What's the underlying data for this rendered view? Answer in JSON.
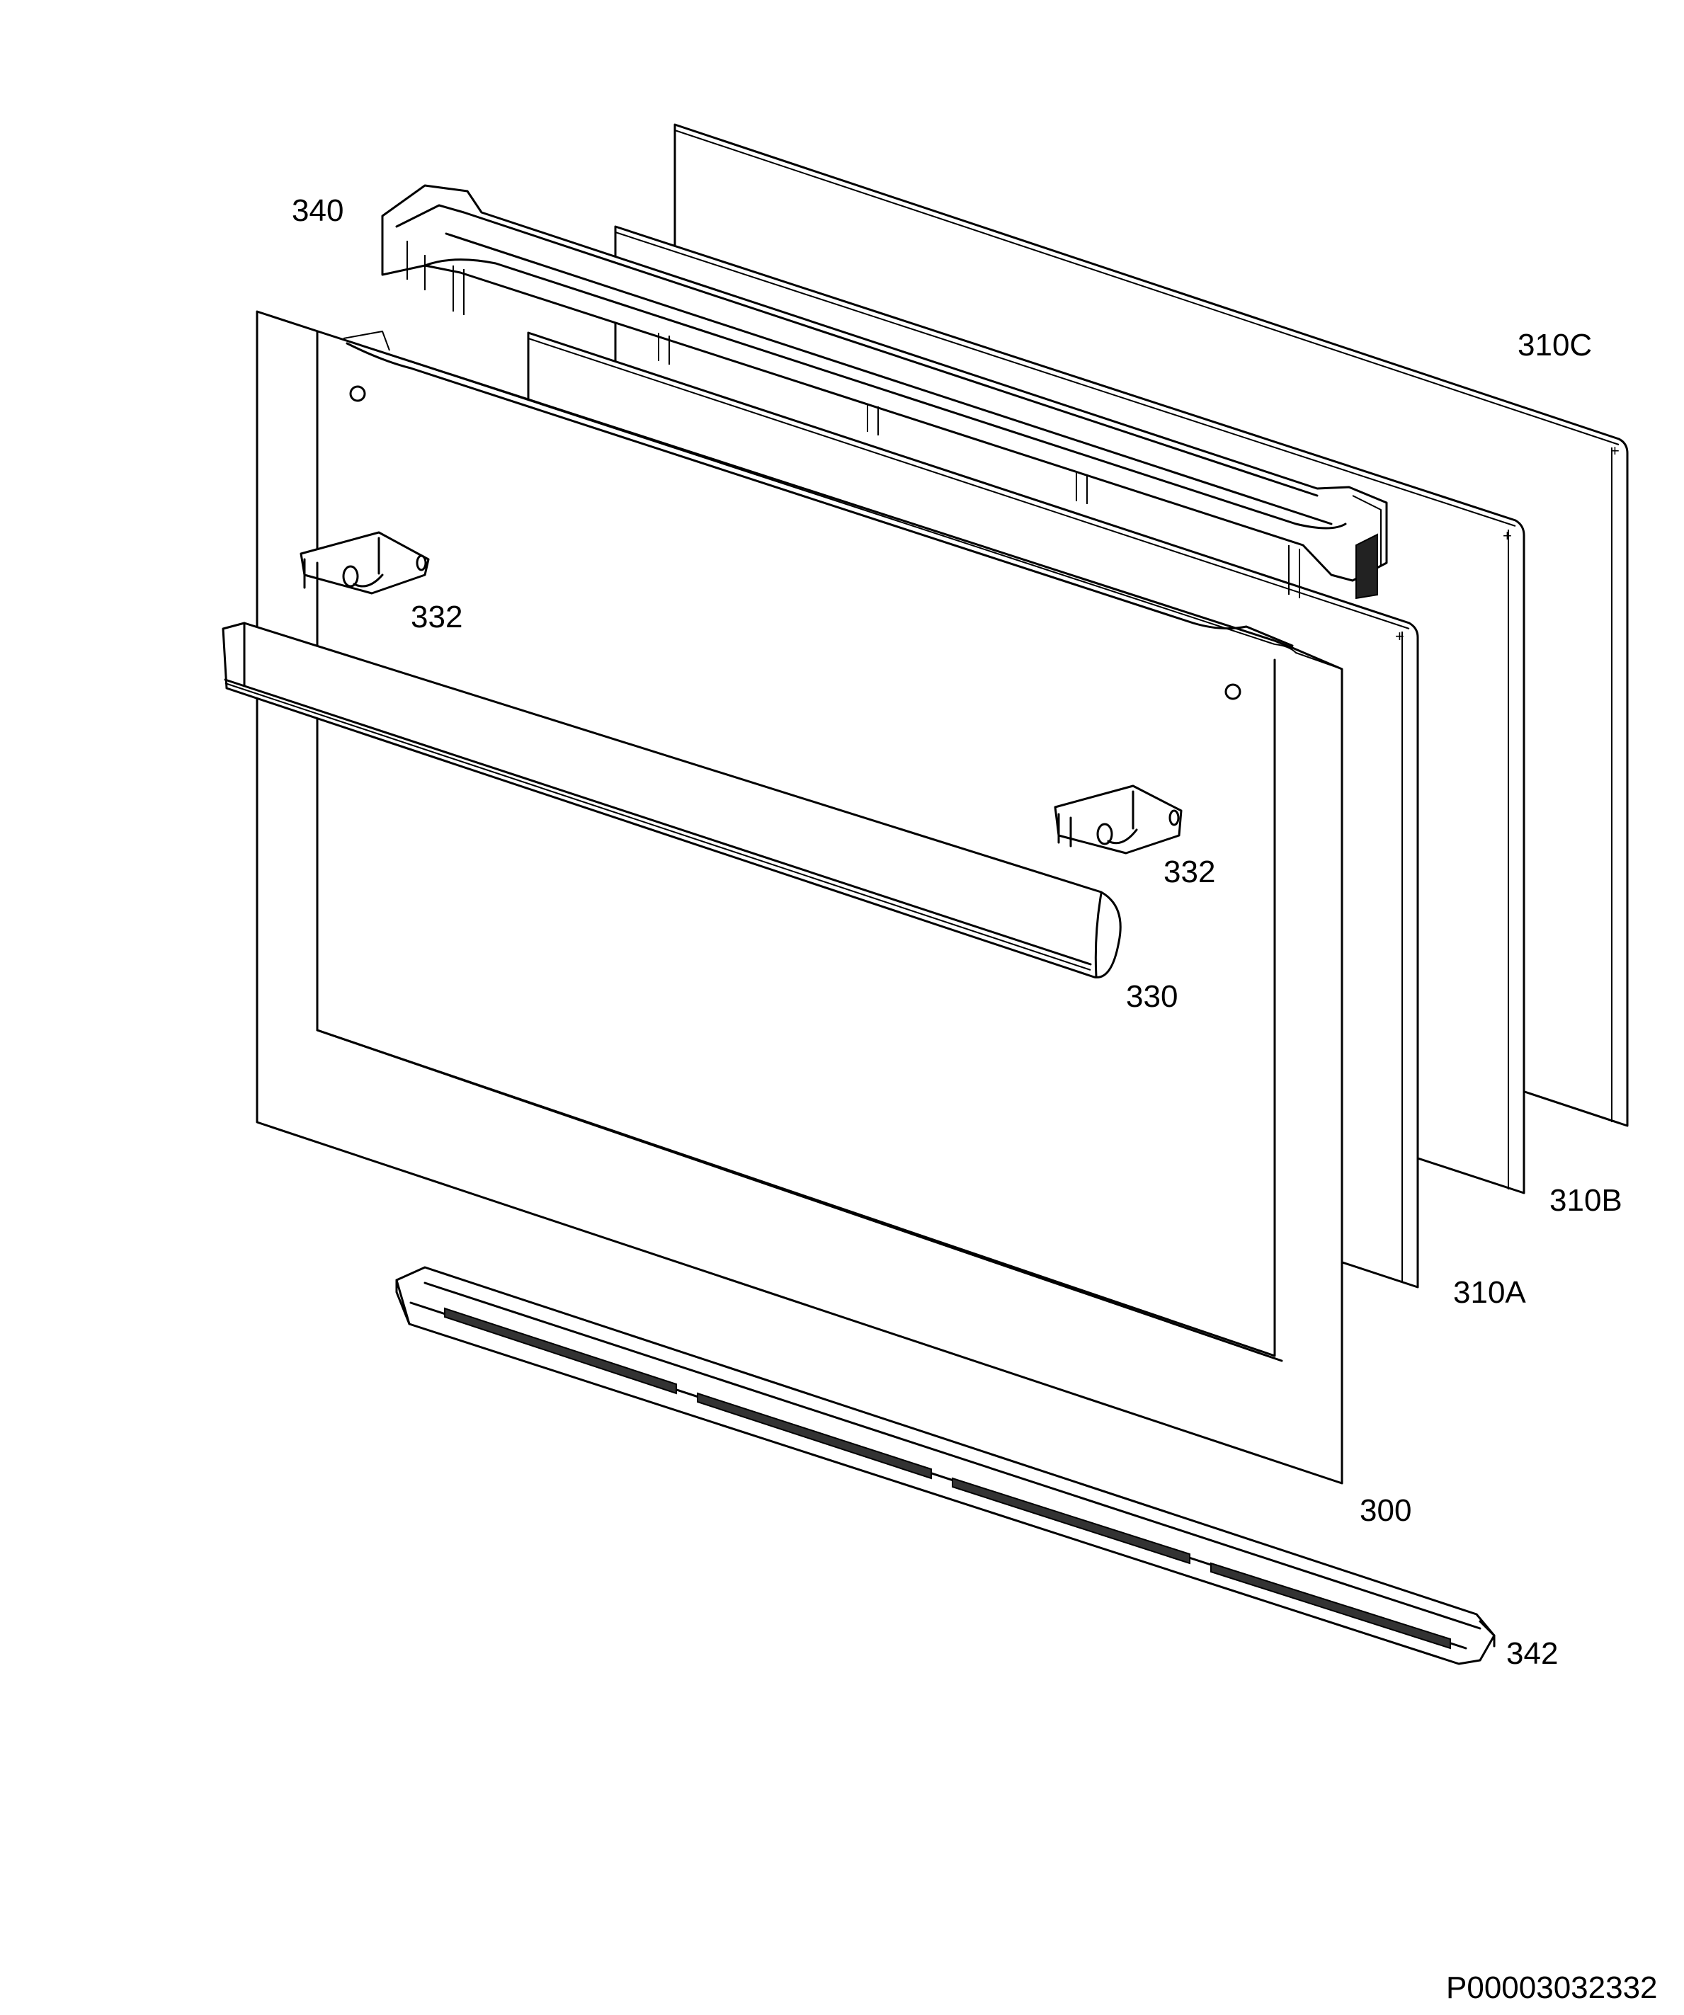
{
  "diagram": {
    "parts": {
      "glass_outer": "310C",
      "glass_middle": "310B",
      "glass_inner": "310A",
      "door_frame": "300",
      "top_profile": "340",
      "hinge_left": "332",
      "hinge_right": "332",
      "handle": "330",
      "bottom_profile": "342"
    },
    "document_number": "P00003032332"
  }
}
